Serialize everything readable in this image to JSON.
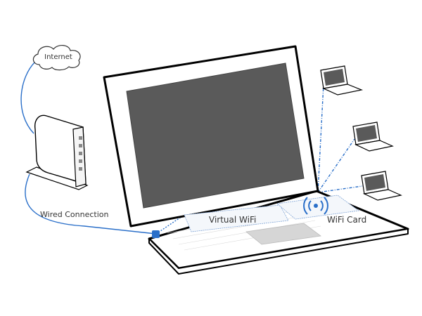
{
  "labels": {
    "internet": "Internet",
    "wired_connection": "Wired Connection",
    "virtual_wifi": "Virtual WiFi",
    "wifi_card": "WiFi Card"
  },
  "colors": {
    "connection_line": "#2a6fc9",
    "screen": "#5a5a5a",
    "outline": "#000000",
    "trackpad": "#d6d6d6",
    "panel_fill": "#f4f7fb",
    "label_text": "#333333"
  },
  "icons": {
    "cloud": "cloud-icon",
    "router": "router-icon",
    "laptop": "laptop-icon",
    "wifi_signal": "wifi-signal-icon",
    "ethernet_port": "ethernet-port-icon",
    "client_laptop": "laptop-icon"
  }
}
